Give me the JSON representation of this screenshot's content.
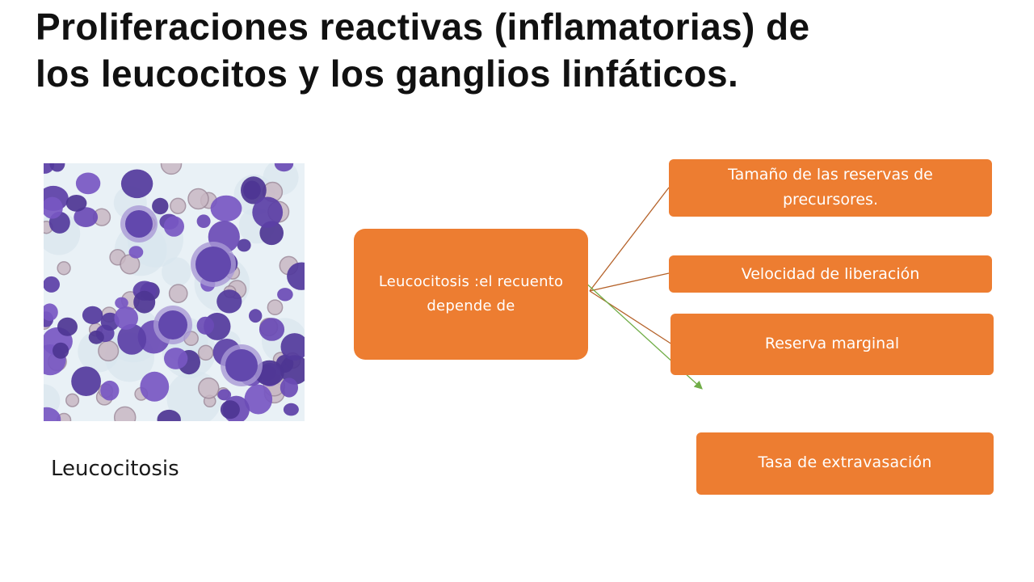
{
  "slide": {
    "title_line1": "Proliferaciones reactivas (inflamatorias) de",
    "title_line2": "los leucocitos y los ganglios linfáticos.",
    "caption": "Leucocitosis"
  },
  "diagram": {
    "center": "Leucocitosis :el recuento depende de",
    "items": [
      "Tamaño de las reservas de precursores.",
      "Velocidad de liberación",
      "Reserva marginal",
      "Tasa de extravasación"
    ]
  },
  "colors": {
    "box_fill": "#ed7d31",
    "connector_brown": "#b5622a",
    "connector_green": "#70ad47",
    "cell_purple": "#5b3fa6",
    "background": "#ffffff"
  }
}
